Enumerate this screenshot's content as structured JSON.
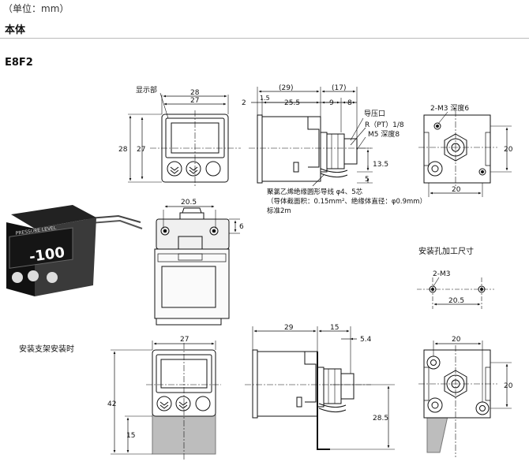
{
  "header": {
    "unit_note": "（单位：mm）",
    "section": "本体",
    "model": "E8F2"
  },
  "labels": {
    "display": "显示部",
    "pressure_port": "导压口",
    "thread_r": "R（PT）1/8",
    "thread_m5": "M5 深度8",
    "cable_1": "聚氯乙烯绝缘圆形导线 φ4、5芯",
    "cable_2": "（导体截面积：0.15mm²、绝缘体直径：φ0.9mm）",
    "cable_3": "标准2m",
    "m3_depth": "2-M3 深度6",
    "hole_title": "安装孔加工尺寸",
    "hole_m3": "2-M3",
    "bracket_title": "安装支架安装时",
    "product_level": "PRESSURE LEVEL",
    "product_reading": "-100"
  },
  "dims": {
    "front_w28": "28",
    "front_w27": "27",
    "front_h28": "28",
    "front_h27": "27",
    "side_29": "(29)",
    "side_17": "(17)",
    "side_2": "2",
    "side_1_5": "1.5",
    "side_25_5": "25.5",
    "side_9": "9",
    "side_8": "8",
    "side_13_5": "13.5",
    "side_5": "5",
    "rear_20h": "20",
    "rear_20w": "20",
    "top_20_5": "20.5",
    "top_6": "6",
    "hole_20_5": "20.5",
    "br_27": "27",
    "br_42": "42",
    "br_15": "15",
    "br_29": "29",
    "br_15b": "15",
    "br_5_4": "5.4",
    "br_28_5": "28.5",
    "br_rear_20w": "20",
    "br_rear_20h": "20"
  }
}
